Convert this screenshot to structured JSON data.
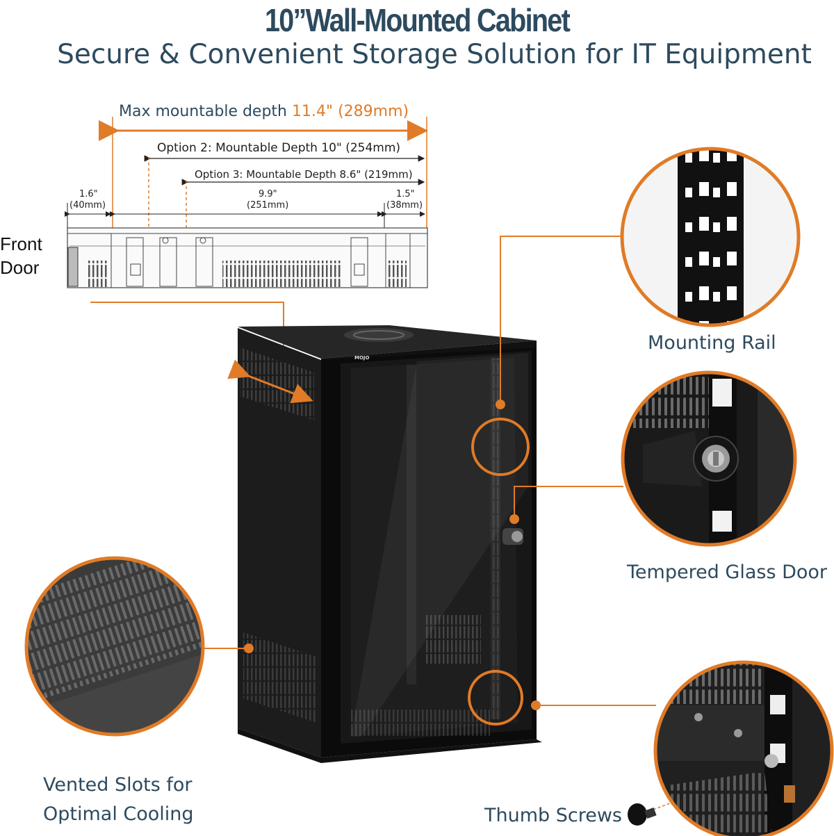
{
  "header": {
    "title": "10”Wall-Mounted Cabinet",
    "subtitle": "Secure & Convenient Storage Solution for IT Equipment"
  },
  "dimensions": {
    "max_depth_prefix": "Max mountable depth ",
    "max_depth_value": "11.4\" (289mm)",
    "option2": "Option 2: Mountable Depth 10\" (254mm)",
    "option3": "Option 3: Mountable Depth 8.6\" (219mm)",
    "left_in": "1.6\"",
    "left_mm": "(40mm)",
    "mid_in": "9.9\"",
    "mid_mm": "(251mm)",
    "right_in": "1.5\"",
    "right_mm": "(38mm)"
  },
  "front_door": {
    "line1": "Front",
    "line2": "Door"
  },
  "callouts": {
    "mounting_rail": "Mounting Rail",
    "glass_door": "Tempered Glass Door",
    "vented_1": "Vented Slots for",
    "vented_2": "Optimal Cooling",
    "thumb_screws": "Thumb Screws"
  },
  "product": {
    "brand": "MOJO"
  },
  "colors": {
    "accent": "#e07b27",
    "text": "#2d4a5e",
    "cabinet": "#151515"
  }
}
